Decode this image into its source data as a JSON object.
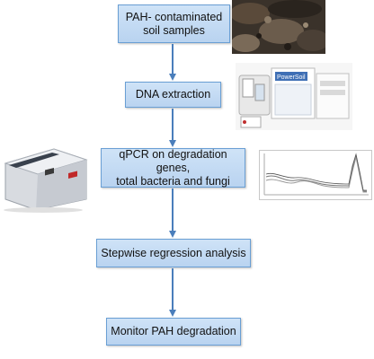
{
  "steps": [
    {
      "label": "PAH- contaminated\nsoil samples"
    },
    {
      "label": "DNA extraction"
    },
    {
      "label": "qPCR on degradation genes,\ntotal bacteria and fungi"
    },
    {
      "label": "Stepwise regression analysis"
    },
    {
      "label": "Monitor PAH degradation"
    }
  ],
  "images": [
    {
      "icon": "soil-photo"
    },
    {
      "icon": "dna-extraction-kit-photo",
      "brand_text": "PowerSoil"
    },
    {
      "icon": "qpcr-instrument-photo"
    },
    {
      "icon": "melt-curve-plot"
    }
  ],
  "colors": {
    "box_fill": "#c6dcf5",
    "box_border": "#6a9fd4",
    "arrow": "#4a7ebb"
  }
}
